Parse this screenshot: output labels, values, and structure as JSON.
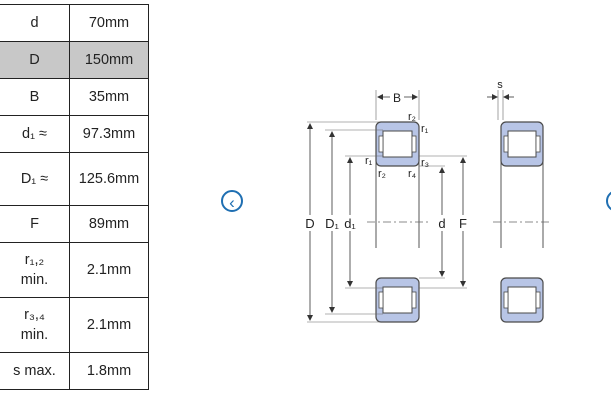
{
  "spec_table": [
    {
      "key": "d",
      "value": "70mm"
    },
    {
      "key": "D",
      "value": "150mm",
      "highlight": true
    },
    {
      "key": "B",
      "value": "35mm"
    },
    {
      "key": "d₁ ≈",
      "value": "97.3mm"
    },
    {
      "key": "D₁ ≈",
      "value": "125.6mm"
    },
    {
      "key": "F",
      "value": "89mm"
    },
    {
      "key": "r₁,₂",
      "key2": "min.",
      "value": "2.1mm"
    },
    {
      "key": "r₃,₄",
      "key2": "min.",
      "value": "2.1mm"
    },
    {
      "key": "s max.",
      "value": "1.8mm"
    }
  ],
  "carousel": {
    "prev_icon": "chevron-left-icon",
    "next_icon": "chevron-right-icon"
  },
  "drawing": {
    "labels": {
      "B": "B",
      "s": "s",
      "D": "D",
      "D1": "D₁",
      "d1": "d₁",
      "d": "d",
      "F": "F",
      "r1_top": "r₁",
      "r2_top": "r₂",
      "r1_left": "r₁",
      "r2_bottom": "r₂",
      "r3": "r₃",
      "r4": "r₄"
    }
  },
  "colors": {
    "highlight_row": "#c8c8c8",
    "ring_fill": "#b8c5e6",
    "ring_stroke": "#4a4a4a",
    "nav_accent": "#1f6fb2"
  }
}
